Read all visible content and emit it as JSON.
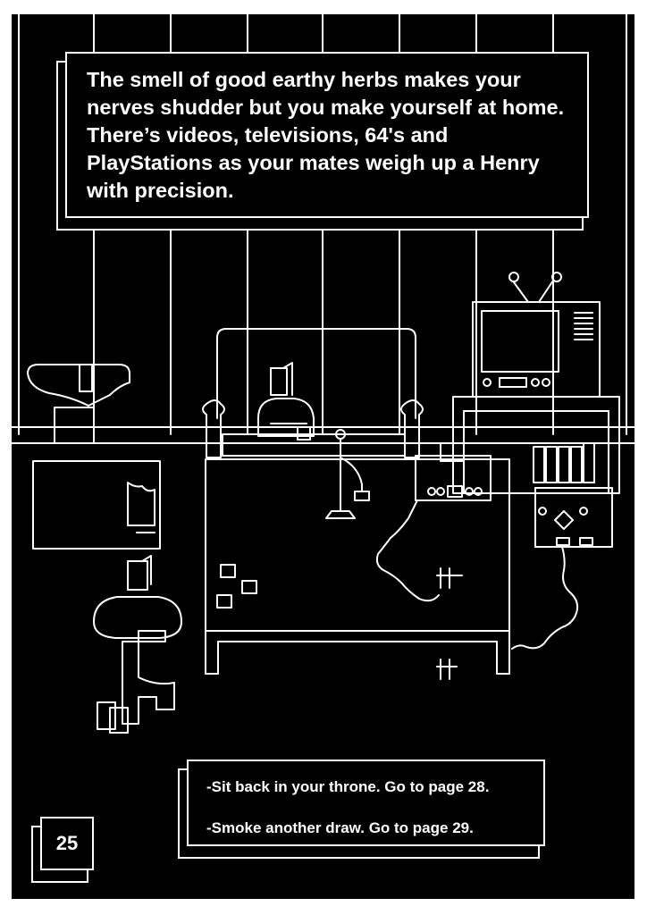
{
  "narration": {
    "text": "The smell of good earthy herbs makes your nerves shudder but you make yourself at home. There’s videos, televisions, 64's and PlayStations as your mates weigh up a Henry with precision."
  },
  "choices": [
    {
      "label": "-Sit back in your throne. Go to page 28."
    },
    {
      "label": "-Smoke another draw. Go to page 29."
    }
  ],
  "page_number": "25",
  "colors": {
    "background": "#000000",
    "line": "#ffffff"
  }
}
